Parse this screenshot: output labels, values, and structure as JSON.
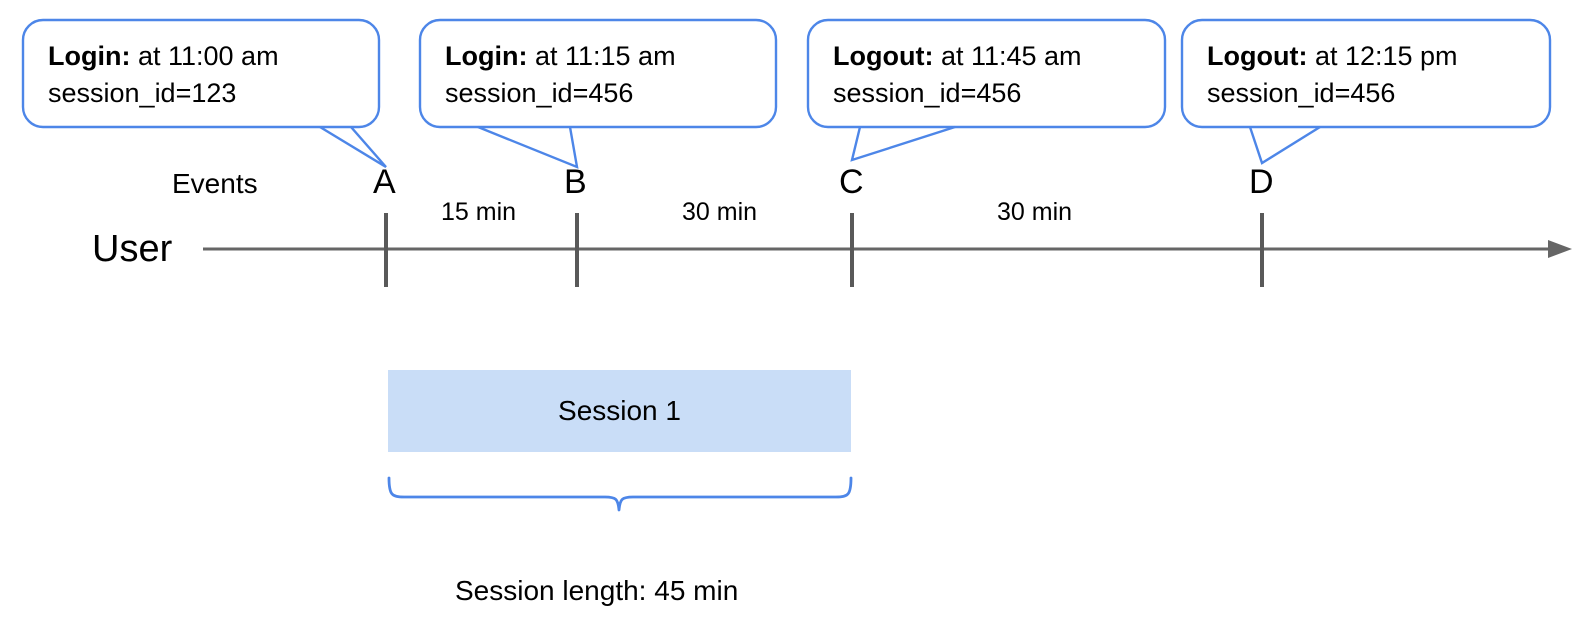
{
  "diagram": {
    "title_lane_events": "Events",
    "title_lane_user": "User",
    "callouts": [
      {
        "event": "Login:",
        "detail": " at 11:00 am",
        "session": "session_id=123",
        "target": "A"
      },
      {
        "event": "Login:",
        "detail": " at 11:15 am",
        "session": "session_id=456",
        "target": "B"
      },
      {
        "event": "Logout:",
        "detail": " at 11:45 am",
        "session": "session_id=456",
        "target": "C"
      },
      {
        "event": "Logout:",
        "detail": " at 12:15 pm",
        "session": "session_id=456",
        "target": "D"
      }
    ],
    "ticks": [
      {
        "label": "A"
      },
      {
        "label": "B"
      },
      {
        "label": "C"
      },
      {
        "label": "D"
      }
    ],
    "intervals": [
      {
        "label": "15 min"
      },
      {
        "label": "30 min"
      },
      {
        "label": "30 min"
      }
    ],
    "session_bar_label": "Session 1",
    "session_length_label": "Session length: 45 min",
    "colors": {
      "callout_border": "#4d86e8",
      "brace": "#4d86e8",
      "axis": "#666666",
      "tick": "#595959",
      "session_fill": "#c9ddf7",
      "text": "#000000"
    }
  }
}
